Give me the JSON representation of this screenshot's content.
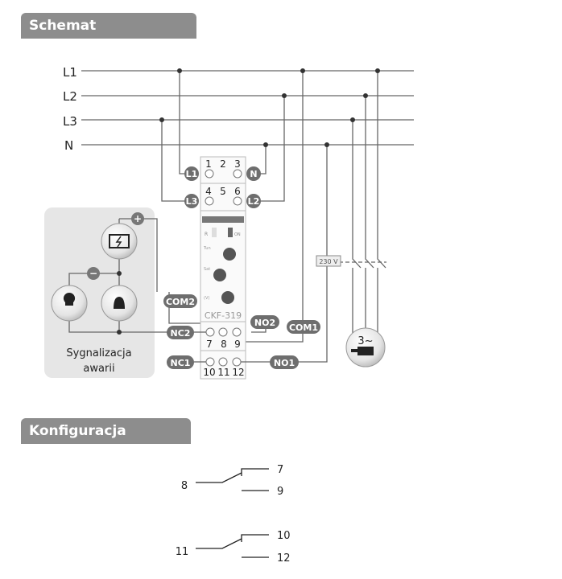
{
  "sections": {
    "wiring_title": "Schemat podłączenia",
    "contacts_title": "Konfiguracja styków"
  },
  "bus_lines": [
    "L1",
    "L2",
    "L3",
    "N"
  ],
  "device": {
    "model": "CKF-319",
    "top_terminals": [
      "1",
      "2",
      "3"
    ],
    "mid_terminals": [
      "4",
      "5",
      "6"
    ],
    "lower_terminals": [
      "7",
      "8",
      "9"
    ],
    "bottom_terminals": [
      "10",
      "11",
      "12"
    ],
    "knob_labels": [
      "Tun",
      "Sat",
      "(V)"
    ],
    "led_labels": [
      "R",
      "ON"
    ]
  },
  "terminal_labels": {
    "L1": "L1",
    "N": "N",
    "L3": "L3",
    "L2": "L2",
    "COM2": "COM2",
    "NO2": "NO2",
    "NC2": "NC2",
    "COM1": "COM1",
    "NC1": "NC1",
    "NO1": "NO1"
  },
  "alarm_box": {
    "title_line1": "Sygnalizacja",
    "title_line2": "awarii",
    "plus": "+",
    "minus": "−"
  },
  "contactor_label": "230 V",
  "motor_label": "3~",
  "contact_config": {
    "group1": {
      "common": "8",
      "nc": "7",
      "no": "9"
    },
    "group2": {
      "common": "11",
      "nc": "10",
      "no": "12"
    }
  },
  "colors": {
    "header_bg": "#8d8d8d",
    "wire": "#555555",
    "pill": "#6e6e6e",
    "alarm_bg": "#e6e6e6"
  }
}
